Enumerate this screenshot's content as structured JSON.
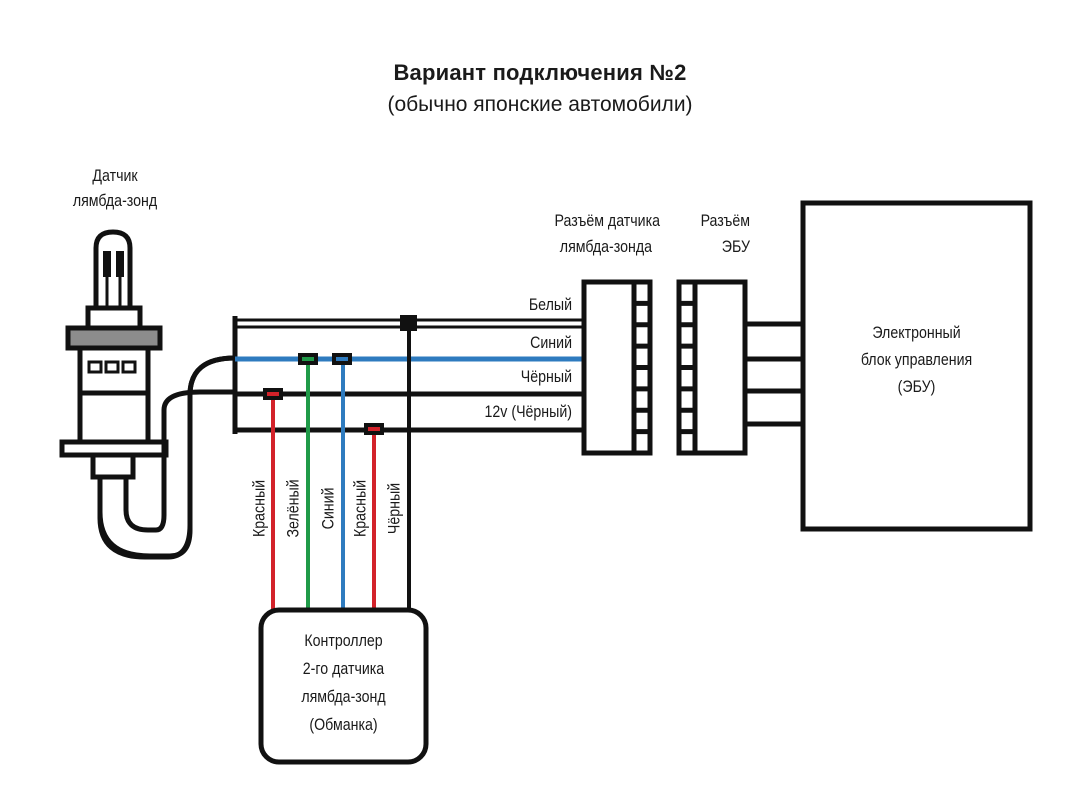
{
  "header": {
    "title": "Вариант подключения №2",
    "subtitle": "(обычно японские автомобили)"
  },
  "sensor": {
    "label_line1": "Датчик",
    "label_line2": "лямбда-зонд"
  },
  "sensor_connector": {
    "label_line1": "Разъём датчика",
    "label_line2": "лямбда-зонда"
  },
  "ecu_connector": {
    "label_line1": "Разъём",
    "label_line2": "ЭБУ"
  },
  "ecu": {
    "label_line1": "Электронный",
    "label_line2": "блок управления",
    "label_line3": "(ЭБУ)"
  },
  "harness_wires": [
    {
      "label": "Белый",
      "color": "#ffffff"
    },
    {
      "label": "Синий",
      "color": "#2e7bbf"
    },
    {
      "label": "Чёрный",
      "color": "#111111"
    },
    {
      "label": "12v (Чёрный)",
      "color": "#111111"
    }
  ],
  "controller_wires": [
    {
      "label": "Красный",
      "color": "#d3222a"
    },
    {
      "label": "Зелёный",
      "color": "#1f9a48"
    },
    {
      "label": "Синий",
      "color": "#2e7bbf"
    },
    {
      "label": "Красный",
      "color": "#d3222a"
    },
    {
      "label": "Чёрный",
      "color": "#111111"
    }
  ],
  "controller": {
    "label_line1": "Контроллер",
    "label_line2": "2-го датчика",
    "label_line3": "лямбда-зонд",
    "label_line4": "(Обманка)"
  },
  "colors": {
    "red": "#d3222a",
    "green": "#1f9a48",
    "blue": "#2e7bbf",
    "black": "#111111",
    "gray": "#8c8c8c"
  }
}
